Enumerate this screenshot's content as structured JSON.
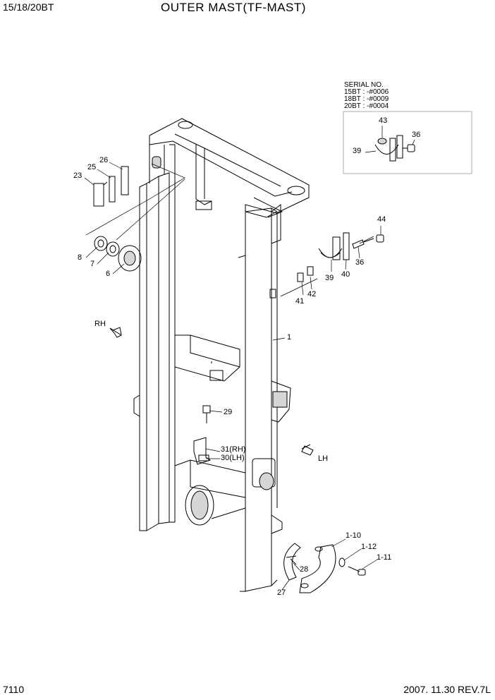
{
  "header": {
    "model": "15/18/20BT",
    "title": "OUTER MAST(TF-MAST)"
  },
  "footer": {
    "page": "7110",
    "date_rev": "2007. 11.30  REV.7L"
  },
  "serial": {
    "heading": "SERIAL NO.",
    "lines": [
      "15BT : -#0006",
      "18BT : -#0009",
      "20BT : -#0004"
    ]
  },
  "labels": {
    "p1": "1",
    "p6": "6",
    "p7": "7",
    "p8": "8",
    "p23": "23",
    "p25": "25",
    "p26": "26",
    "p27": "27",
    "p28": "28",
    "p29": "29",
    "p30": "30(LH)",
    "p31": "31(RH)",
    "p36a": "36",
    "p36b": "36",
    "p39a": "39",
    "p39b": "39",
    "p40": "40",
    "p41": "41",
    "p42": "42",
    "p43": "43",
    "p44": "44",
    "p1_10": "1-10",
    "p1_11": "1-11",
    "p1_12": "1-12",
    "rh": "RH",
    "lh": "LH"
  }
}
